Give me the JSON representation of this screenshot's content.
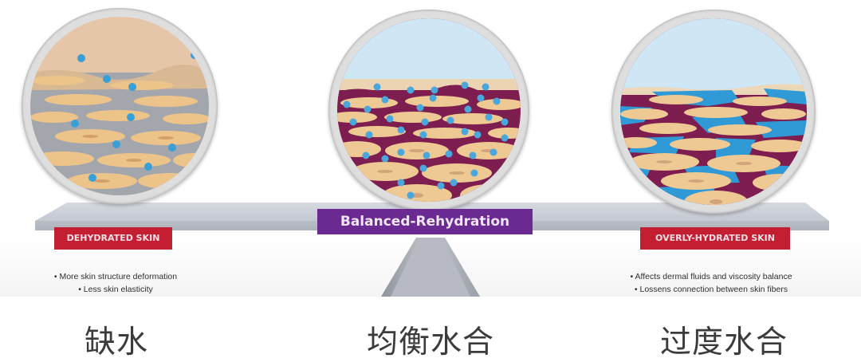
{
  "colors": {
    "dehydrated_tag": "#c41e33",
    "balanced_tag": "#6a2a92",
    "water_dot": "#3a9fd6",
    "skin_cell": "#f1c98f",
    "dermis_purple": "#7e1d4f",
    "sky": "#cfe7f5",
    "dry_gray": "#9da1a9",
    "plank": "#c9cdd6"
  },
  "panels": [
    {
      "id": "dehydrated",
      "tag": "DEHYDRATED SKIN",
      "notes": [
        "• More skin structure deformation",
        "• Less skin elasticity"
      ],
      "caption": "缺水"
    },
    {
      "id": "balanced",
      "tag": "Balanced-Rehydration",
      "caption": "均衡水合"
    },
    {
      "id": "overly",
      "tag": "OVERLY-HYDRATED SKIN",
      "notes": [
        "• Affects dermal fluids and viscosity balance",
        "• Lossens connection between skin fibers"
      ],
      "caption": "过度水合"
    }
  ]
}
